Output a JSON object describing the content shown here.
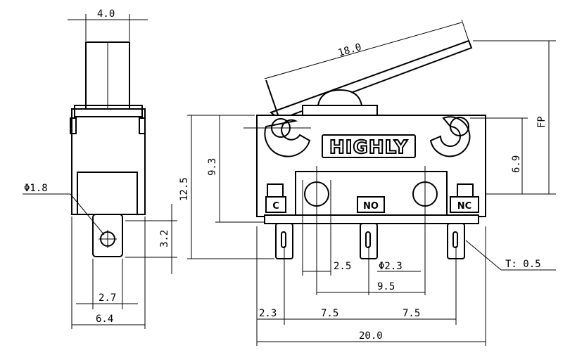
{
  "brand": "HIGHLY",
  "terminals": {
    "common": "C",
    "normally_open": "NO",
    "normally_closed": "NC"
  },
  "dimensions": {
    "top_width": "4.0",
    "lever_length": "18.0",
    "hole_diameter_side": "Φ1.8",
    "terminal_length": "3.2",
    "terminal_hole_offset": "2.7",
    "side_width": "6.4",
    "total_height": "12.5",
    "body_height": "9.3",
    "pivot_height": "6.9",
    "fp_label": "FP",
    "mount_hole_pitch": "2.5",
    "mount_hole_diameter": "Φ2.3",
    "mount_hole_spacing": "9.5",
    "edge_to_terminal": "2.3",
    "terminal_pitch_1": "7.5",
    "terminal_pitch_2": "7.5",
    "total_width": "20.0",
    "terminal_thickness": "T: 0.5"
  }
}
